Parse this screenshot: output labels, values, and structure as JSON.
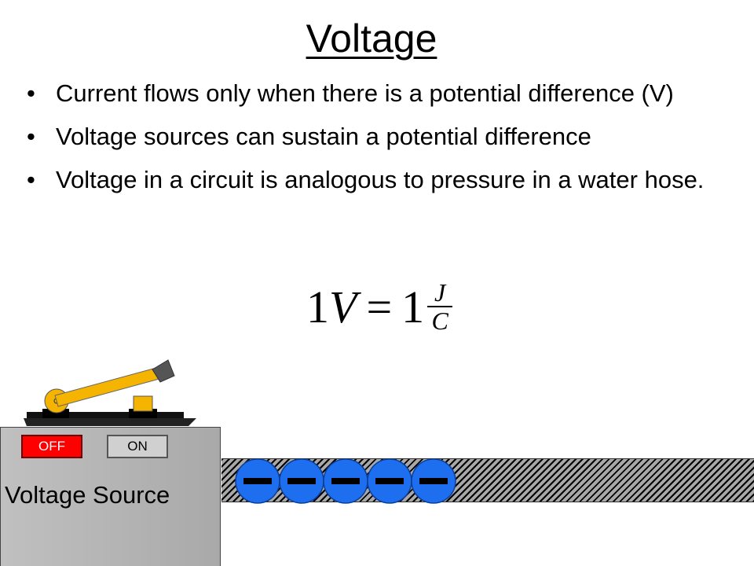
{
  "slide": {
    "title": "Voltage",
    "bullets": [
      "Current flows only when there is a potential difference (V)",
      "Voltage sources can sustain a potential difference",
      "Voltage in a circuit is analogous to pressure in a water hose."
    ],
    "bullet_glyph": "•",
    "formula": {
      "lhs_number": "1",
      "lhs_unit": "V",
      "equals": "=",
      "rhs_number": "1",
      "numerator": "J",
      "denominator": "C"
    }
  },
  "voltage_source": {
    "label": "Voltage Source",
    "off_label": "OFF",
    "on_label": "ON",
    "state": "off"
  },
  "electrons": {
    "count": 5,
    "symbol": "minus",
    "color": "#1e6ef0"
  },
  "colors": {
    "off_button": "#ff0000",
    "switch_handle": "#f5b400",
    "electron": "#1e6ef0"
  }
}
